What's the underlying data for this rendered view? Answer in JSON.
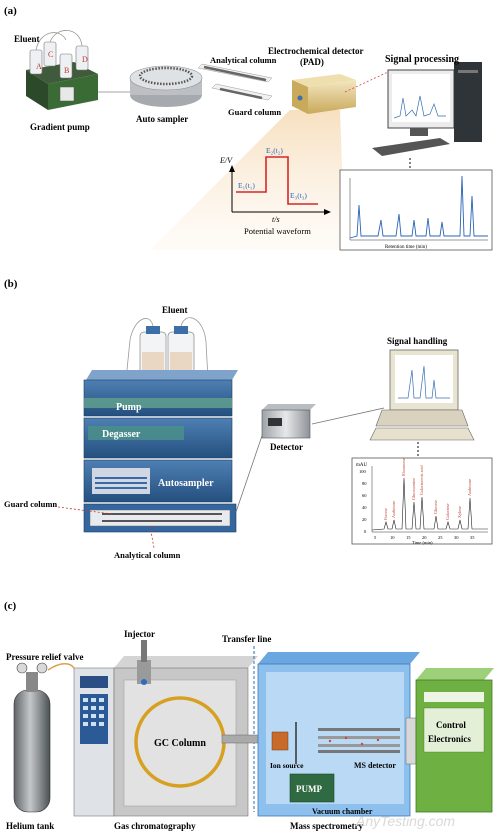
{
  "panel_a": {
    "tag": "(a)",
    "eluent": "Eluent",
    "bottles": [
      "A",
      "B",
      "C",
      "D"
    ],
    "gradient_pump": "Gradient pump",
    "auto_sampler": "Auto sampler",
    "analytical_column": "Analytical column",
    "guard_column": "Guard column",
    "detector_line1": "Electrochemical detector",
    "detector_line2": "(PAD)",
    "signal_processing": "Signal processing",
    "waveform": {
      "y_axis": "E/V",
      "x_axis": "t/s",
      "e1": "E₁(t₁)",
      "e2": "E₂(t₂)",
      "e3": "E₃(t₃)",
      "caption": "Potential waveform"
    },
    "chromatogram_x_label": "Retention time (min)"
  },
  "panel_b": {
    "tag": "(b)",
    "eluent": "Eluent",
    "pump": "Pump",
    "degasser": "Degasser",
    "autosampler": "Autosampler",
    "guard_column": "Guard column",
    "analytical_column": "Analytical column",
    "detector": "Detector",
    "signal_handling": "Signal handling",
    "chromatogram": {
      "y_unit": "mAU",
      "x_label": "Time (min)",
      "y_ticks": [
        "0",
        "20",
        "40",
        "60",
        "80",
        "100"
      ],
      "x_ticks": [
        "5",
        "10",
        "15",
        "20",
        "25",
        "30",
        "35"
      ],
      "peaks": [
        "Fucose",
        "Arabinose",
        "Rhamnose",
        "Glucosamine",
        "Galacturonic acid",
        "Glucose",
        "Galactose",
        "Xylose",
        "Arabinose"
      ]
    }
  },
  "panel_c": {
    "tag": "(c)",
    "pressure_relief_valve": "Pressure relief valve",
    "injector": "Injector",
    "transfer_line": "Transfer line",
    "gc_column": "GC Column",
    "ion_source": "Ion source",
    "ms_detector": "MS detector",
    "pump": "PUMP",
    "vacuum_chamber": "Vacuum chamber",
    "control_line1": "Control",
    "control_line2": "Electronics",
    "helium_tank": "Helium tank",
    "gas_chromatography": "Gas chromatography",
    "mass_spectrometry": "Mass spectrometry"
  },
  "watermark": "AnyTesting.com"
}
